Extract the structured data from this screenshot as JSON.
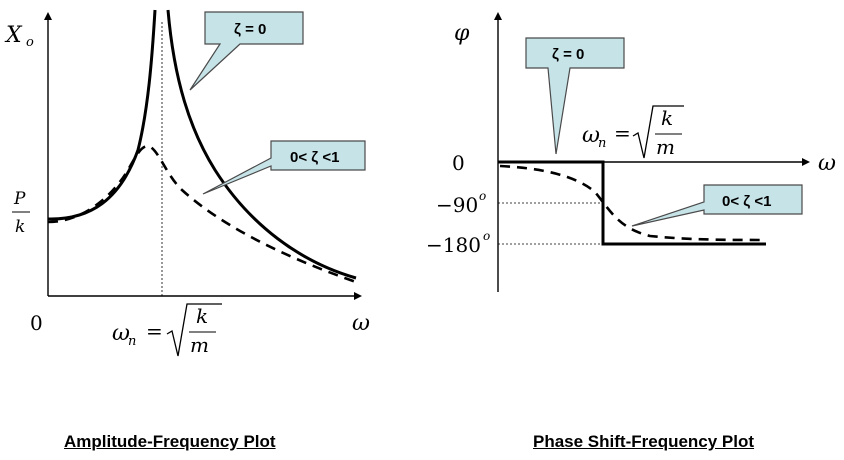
{
  "amplitude_plot": {
    "caption": "Amplitude-Frequency Plot",
    "y_axis_label": "X",
    "y_axis_label_sub": "o",
    "x_axis_label": "ω",
    "origin_label": "0",
    "y_tick_label_num": "P",
    "y_tick_label_den": "k",
    "wn_lhs": "ω",
    "wn_sub": "n",
    "wn_eq": "=",
    "wn_num": "k",
    "wn_den": "m",
    "callout_undamped": "ζ = 0",
    "callout_damped": "0< ζ <1"
  },
  "phase_plot": {
    "caption": "Phase Shift-Frequency Plot",
    "y_axis_label": "φ",
    "x_axis_label": "ω",
    "tick_0": "0",
    "tick_90": "−90",
    "tick_180": "−180",
    "degree_mark": "o",
    "wn_lhs": "ω",
    "wn_sub": "n",
    "wn_eq": "=",
    "wn_num": "k",
    "wn_den": "m",
    "callout_undamped": "ζ = 0",
    "callout_damped": "0< ζ <1"
  },
  "colors": {
    "callout_fill": "#c6e3e8",
    "callout_stroke": "#4a4a4a",
    "line": "#000000"
  }
}
